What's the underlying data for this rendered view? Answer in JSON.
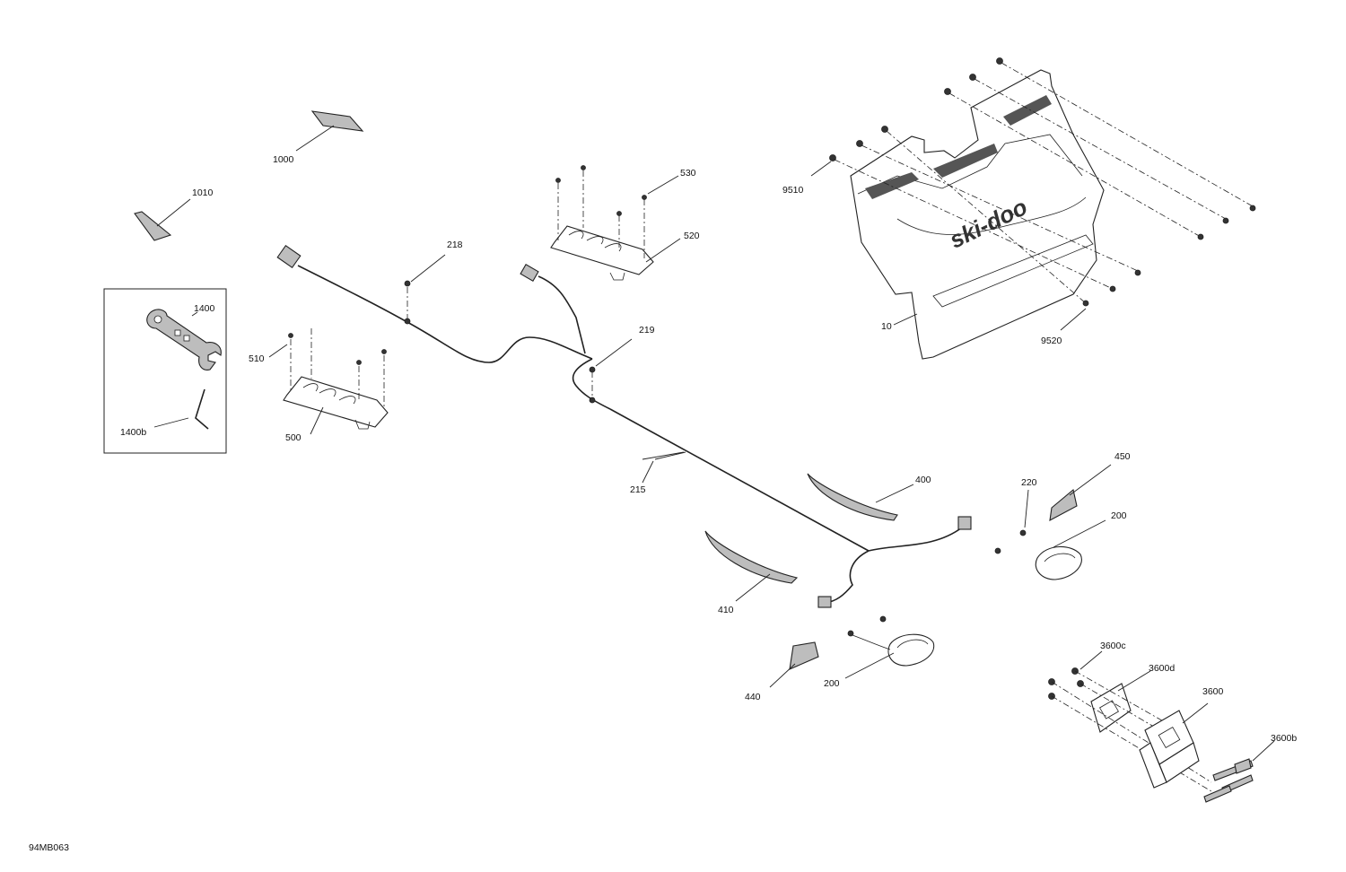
{
  "diagram_code": "94MB063",
  "brand_text": "ski-doo",
  "callouts": {
    "c1000": "1000",
    "c1010": "1010",
    "c1400": "1400",
    "c1400b": "1400b",
    "c510": "510",
    "c500": "500",
    "c218": "218",
    "c219": "219",
    "c215": "215",
    "c530": "530",
    "c520": "520",
    "c9510": "9510",
    "c10": "10",
    "c9520": "9520",
    "c400": "400",
    "c410": "410",
    "c440": "440",
    "c200a": "200",
    "c200b": "200",
    "c220": "220",
    "c450": "450",
    "c3600c": "3600c",
    "c3600d": "3600d",
    "c3600": "3600",
    "c3600b": "3600b"
  }
}
